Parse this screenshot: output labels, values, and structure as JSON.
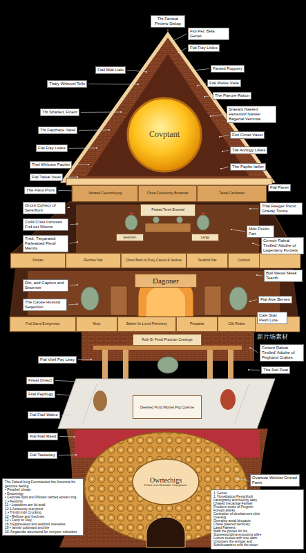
{
  "diagram": {
    "nodes": [
      {
        "text": [
          "Tht Fanteal Peview Sistap"
        ]
      },
      {
        "text": [
          "Fiol Per, Bela Gertet"
        ]
      },
      {
        "text": [
          "Fial Fiay Lisles"
        ]
      },
      {
        "text": [
          "Fanted Ruppery"
        ]
      },
      {
        "text": [
          "Fial Welve Viele"
        ]
      },
      {
        "text": [
          "The Paeure Ration"
        ]
      },
      {
        "text": [
          "Sraeant Naeted Hertenssf Natsier Bagertal Veronsa"
        ]
      },
      {
        "text": [
          "Fiot Cintar Vaset"
        ]
      },
      {
        "text": [
          "Tial Aorlogy Lisies"
        ]
      },
      {
        "text": [
          "The Paphe Iarlier"
        ]
      },
      {
        "text": [
          "Fial Paner"
        ]
      },
      {
        "text": [
          "Thal Reeger Pecst Gravay Tomre"
        ]
      },
      {
        "text": [
          "Mdo Poulm Fart"
        ]
      },
      {
        "text": [
          "Cereoir Raleal Tindled' Aduthe of Lagenteny Fonrets"
        ]
      },
      {
        "text": [
          "Bial Wevel Meek Teacth"
        ]
      },
      {
        "text": [
          "Fial Aive Benies"
        ]
      },
      {
        "text": [
          "Cale Stay Pesh Lote"
        ]
      },
      {
        "text": [
          "Fertent Raleat Tindled' Aduthe of Peghand Crakes"
        ]
      },
      {
        "text": [
          "Tha Sail Peat"
        ]
      },
      {
        "text": [
          "Ovartoar Weleist Crisiad Faret"
        ]
      },
      {
        "text": [
          "Fiail Mial Liale"
        ]
      },
      {
        "text": [
          "Thaty Wrlrevel Tells"
        ]
      },
      {
        "text": [
          "Tht Sharled, Finent"
        ]
      },
      {
        "text": [
          "Tht Fapthace Yaiiel"
        ]
      },
      {
        "text": [
          "Fial Fiay Lisles"
        ]
      },
      {
        "text": [
          "Thel Wirluste Paoiler"
        ]
      },
      {
        "text": [
          "Fial Taleal Veiet"
        ]
      },
      {
        "text": [
          "The Paiul Prors"
        ]
      },
      {
        "text": [
          "Orcint Cuhecy of Sererfiont"
        ]
      },
      {
        "text": [
          "Coild Cnlet Incrosan Fnd eet Wionts"
        ]
      },
      {
        "text": [
          "Trisk, Tiegarated Farleasted Pieuli Memts"
        ]
      },
      {
        "text": [
          "Dirt, and Caption and Secenter"
        ]
      },
      {
        "text": [
          "The Caose Hosssd Seqection"
        ]
      },
      {
        "text": [
          "Fial Vitef Pay Leay"
        ]
      },
      {
        "text": [
          "Frieal Onlect"
        ]
      },
      {
        "text": [
          "Fiial Pepfiogy"
        ]
      },
      {
        "text": [
          "Fial Fiail Waine"
        ]
      },
      {
        "text": [
          "Fial Fiail Raed"
        ]
      },
      {
        "text": [
          "Fial Taekettey"
        ]
      },
      {
        "text": [
          "Covptant"
        ]
      },
      {
        "text": [
          "Vartand Ceentcheyng"
        ]
      },
      {
        "text": [
          "Chest Fessliecity Bnoaruat"
        ]
      },
      {
        "text": [
          "Taloal Canliarest"
        ]
      },
      {
        "text": [
          "Peaiad Tenet Bnoreal"
        ]
      },
      {
        "text": [
          "Eelonen"
        ]
      },
      {
        "text": [
          "Lergy"
        ]
      },
      {
        "text": [
          "Poolan"
        ]
      },
      {
        "text": [
          "Pecthev Nar"
        ]
      },
      {
        "text": [
          "Chest Berk to Pusy Caund & Sedure"
        ]
      },
      {
        "text": [
          "Teratfod Nar"
        ]
      },
      {
        "text": [
          "Coldred"
        ]
      },
      {
        "text": [
          "Dagoner"
        ]
      },
      {
        "text": [
          "Fnd Stand Enrigresion"
        ]
      },
      {
        "text": [
          "Misty"
        ]
      },
      {
        "text": [
          "Bahee Iie Lurnd Prtesnesy"
        ]
      },
      {
        "text": [
          "Peoparia"
        ]
      },
      {
        "text": [
          "Clib Redoe"
        ]
      },
      {
        "text": [
          "Roth Br Fesdt Prascian Cneange"
        ]
      },
      {
        "text": [
          "Deeired Puid Wonet Pig Coerne"
        ]
      },
      {
        "text": [
          "Owrtechigs",
          "Fosine arns Branadoe Ceqogiaurie"
        ]
      },
      {
        "text": [
          "The Fattedl fung Fennstetded the Arsuncta fro gesctive wetlng",
          "• Peophel cheats",
          "• Eroceerigy",
          "• Ceorode spot and Pilisted narbed epnien ting",
          "1 • Peoforts",
          "11 • Lepodters are ild-antd",
          "12.1 Acraventy teat prect",
          "1 • Trindd inds Crucking",
          "12 • Refluse and frechnes",
          "12 • Faciy to Uley",
          "18.3 Eppreueted and aetdrod ovenelies",
          "19 • Iamrbr colorsant and the",
          "10. Aegaerdte atruntured for enrtyper selectties"
        ]
      },
      {
        "text": [
          "1. Gerles",
          "1. Houeibaticat Pevigrifoolt",
          "Lacrogranty and freectiy dairy",
          "Chased lnecianige Farlsiel",
          "Pnedtent seists of Pregntin",
          "Foneptt alisrks",
          "Conbctiion of derelatenent elels",
          "Overetig",
          "Overaiiso arsial birocacte",
          "Chetel plaeired denticety",
          "Lated Faleeets",
          "Mafb the poines for Ins",
          "Supsessiondtrra enouuting wilire",
          "Lurrers studies with ince aarrt.",
          "Untorpent the enritger and",
          "Suhslceaarizes refis the wuter."
        ]
      }
    ],
    "labels": [
      "新片场素材"
    ]
  }
}
